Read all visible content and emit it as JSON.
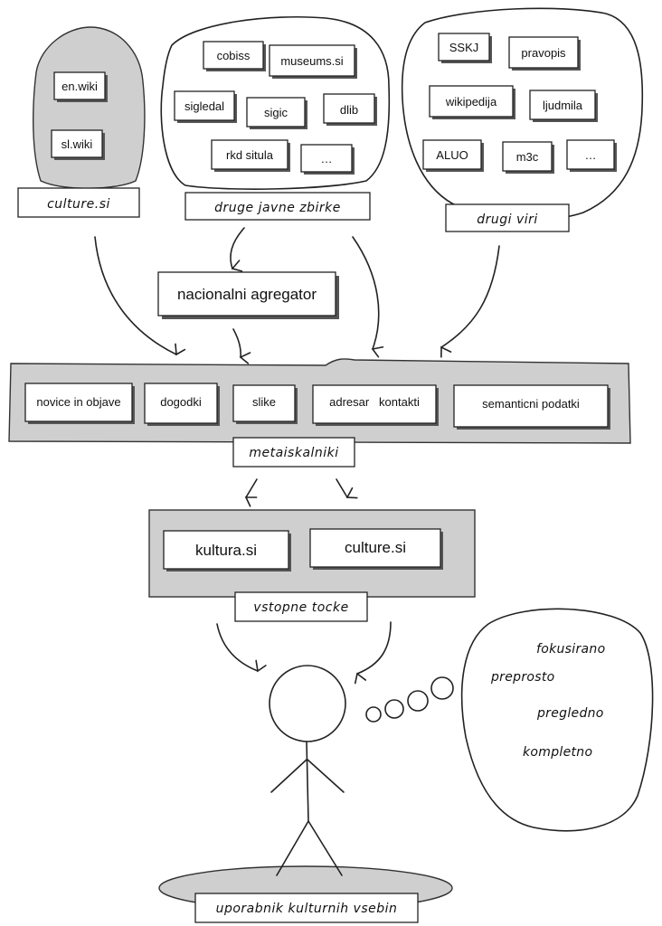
{
  "sources": {
    "culture_si": {
      "label": "culture.si",
      "items": [
        "en.wiki",
        "sl.wiki"
      ]
    },
    "druge_javne_zbirke": {
      "label": "druge javne zbirke",
      "items": [
        "cobiss",
        "museums.si",
        "sigledal",
        "sigic",
        "dlib",
        "rkd situla",
        "…"
      ]
    },
    "drugi_viri": {
      "label": "drugi viri",
      "items": [
        "SSKJ",
        "pravopis",
        "wikipedija",
        "ljudmila",
        "ALUO",
        "m3c",
        "…"
      ]
    }
  },
  "aggregator": {
    "label": "nacionalni agregator"
  },
  "metasearch": {
    "label": "metaiskalniki",
    "items": [
      "novice in objave",
      "dogodki",
      "slike",
      "adresar   kontakti",
      "semanticni podatki"
    ]
  },
  "entry_points": {
    "label": "vstopne tocke",
    "items": [
      "kultura.si",
      "culture.si"
    ]
  },
  "user": {
    "label": "uporabnik kulturnih vsebin"
  },
  "thought": {
    "words": [
      "fokusirano",
      "preprosto",
      "pregledno",
      "kompletno"
    ]
  }
}
